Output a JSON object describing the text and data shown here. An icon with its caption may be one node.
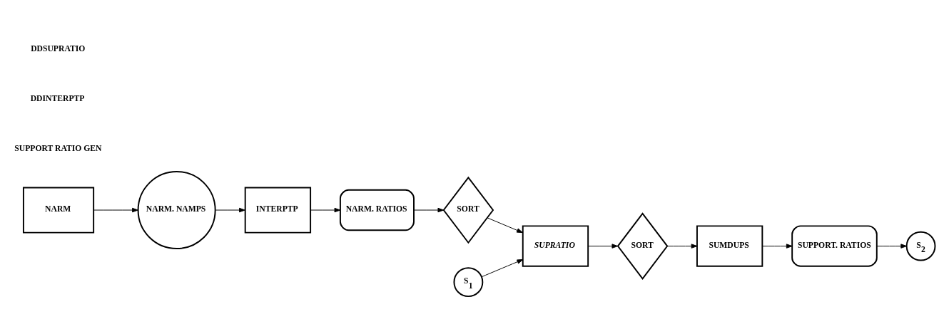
{
  "diagram": {
    "nodes": [
      {
        "text": [
          "NARM"
        ]
      },
      {
        "text": [
          "NARM. NAMPS"
        ]
      },
      {
        "text": [
          "INTERPTP"
        ]
      },
      {
        "text": [
          "NARM. RATIOS"
        ]
      },
      {
        "text": [
          "SORT"
        ]
      },
      {
        "text": [
          "S$_{1}$"
        ]
      },
      {
        "text": [
          "SUPRATIO"
        ]
      },
      {
        "text": [
          "SORT"
        ]
      },
      {
        "text": [
          "SUMDUPS"
        ]
      },
      {
        "text": [
          "SUPPORT. RATIOS"
        ]
      },
      {
        "text": [
          "S$_{2}$"
        ]
      }
    ],
    "edges": [
      {
        "from": 0,
        "to": 1,
        "arrow": "to"
      },
      {
        "from": 1,
        "to": 2,
        "arrow": "to"
      },
      {
        "from": 2,
        "to": 3,
        "arrow": "to"
      },
      {
        "from": 3,
        "to": 4,
        "arrow": "to"
      },
      {
        "from": 4,
        "to": 6,
        "arrow": "to"
      },
      {
        "from": 5,
        "to": 6,
        "arrow": "to"
      },
      {
        "from": 6,
        "to": 7,
        "arrow": "to"
      },
      {
        "from": 7,
        "to": 8,
        "arrow": "to"
      },
      {
        "from": 8,
        "to": 9,
        "arrow": "to"
      },
      {
        "from": 9,
        "to": 10,
        "arrow": "to"
      }
    ],
    "labels": [
      "SUPPORT RATIO GEN",
      "DDINTERPTP",
      "DDSUPRATIO"
    ]
  }
}
